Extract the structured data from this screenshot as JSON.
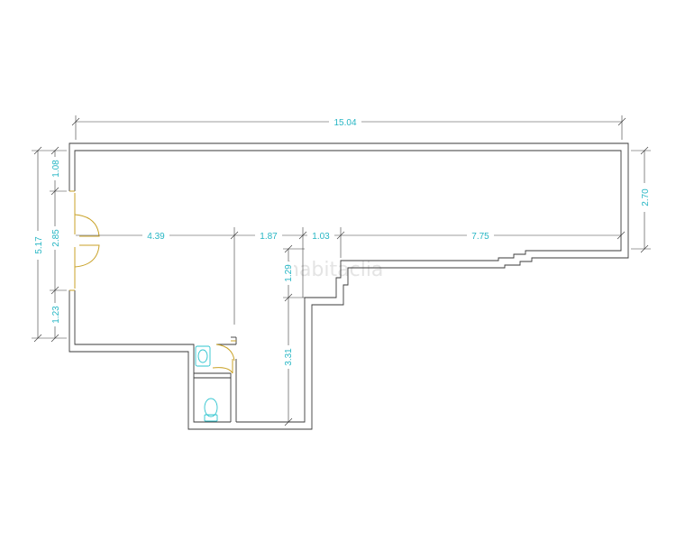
{
  "watermark": "habitaclia",
  "dimensions": {
    "total_width": "15.04",
    "right_height": "2.70",
    "left_total": "5.17",
    "left_top": "1.08",
    "left_door": "2.85",
    "left_bottom": "1.23",
    "seg_1": "4.39",
    "seg_2": "1.87",
    "seg_3": "1.03",
    "seg_4": "7.75",
    "step_height": "1.29",
    "lower_height": "3.31"
  },
  "colors": {
    "dimension_text": "#27b6c4",
    "walls": "#3a3a3a",
    "doors": "#c9a227",
    "fixtures": "#2ec4cf"
  }
}
